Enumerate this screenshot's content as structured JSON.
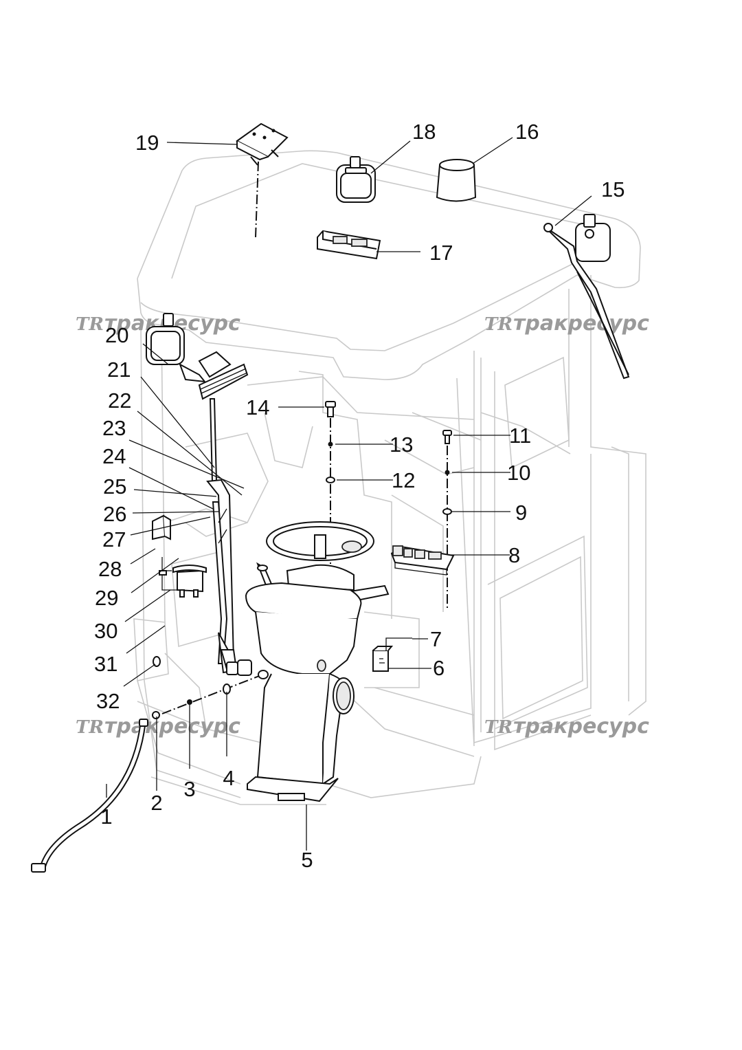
{
  "watermarks": [
    {
      "logo": "TR",
      "text": "тракресурс"
    },
    {
      "logo": "TR",
      "text": "тракресурс"
    },
    {
      "logo": "TR",
      "text": "тракресурс"
    },
    {
      "logo": "TR",
      "text": "тракресурс"
    }
  ],
  "callouts": [
    "1",
    "2",
    "3",
    "4",
    "5",
    "6",
    "7",
    "8",
    "9",
    "10",
    "11",
    "12",
    "13",
    "14",
    "15",
    "16",
    "17",
    "18",
    "19",
    "20",
    "21",
    "22",
    "23",
    "24",
    "25",
    "26",
    "27",
    "28",
    "29",
    "30",
    "31",
    "32"
  ]
}
